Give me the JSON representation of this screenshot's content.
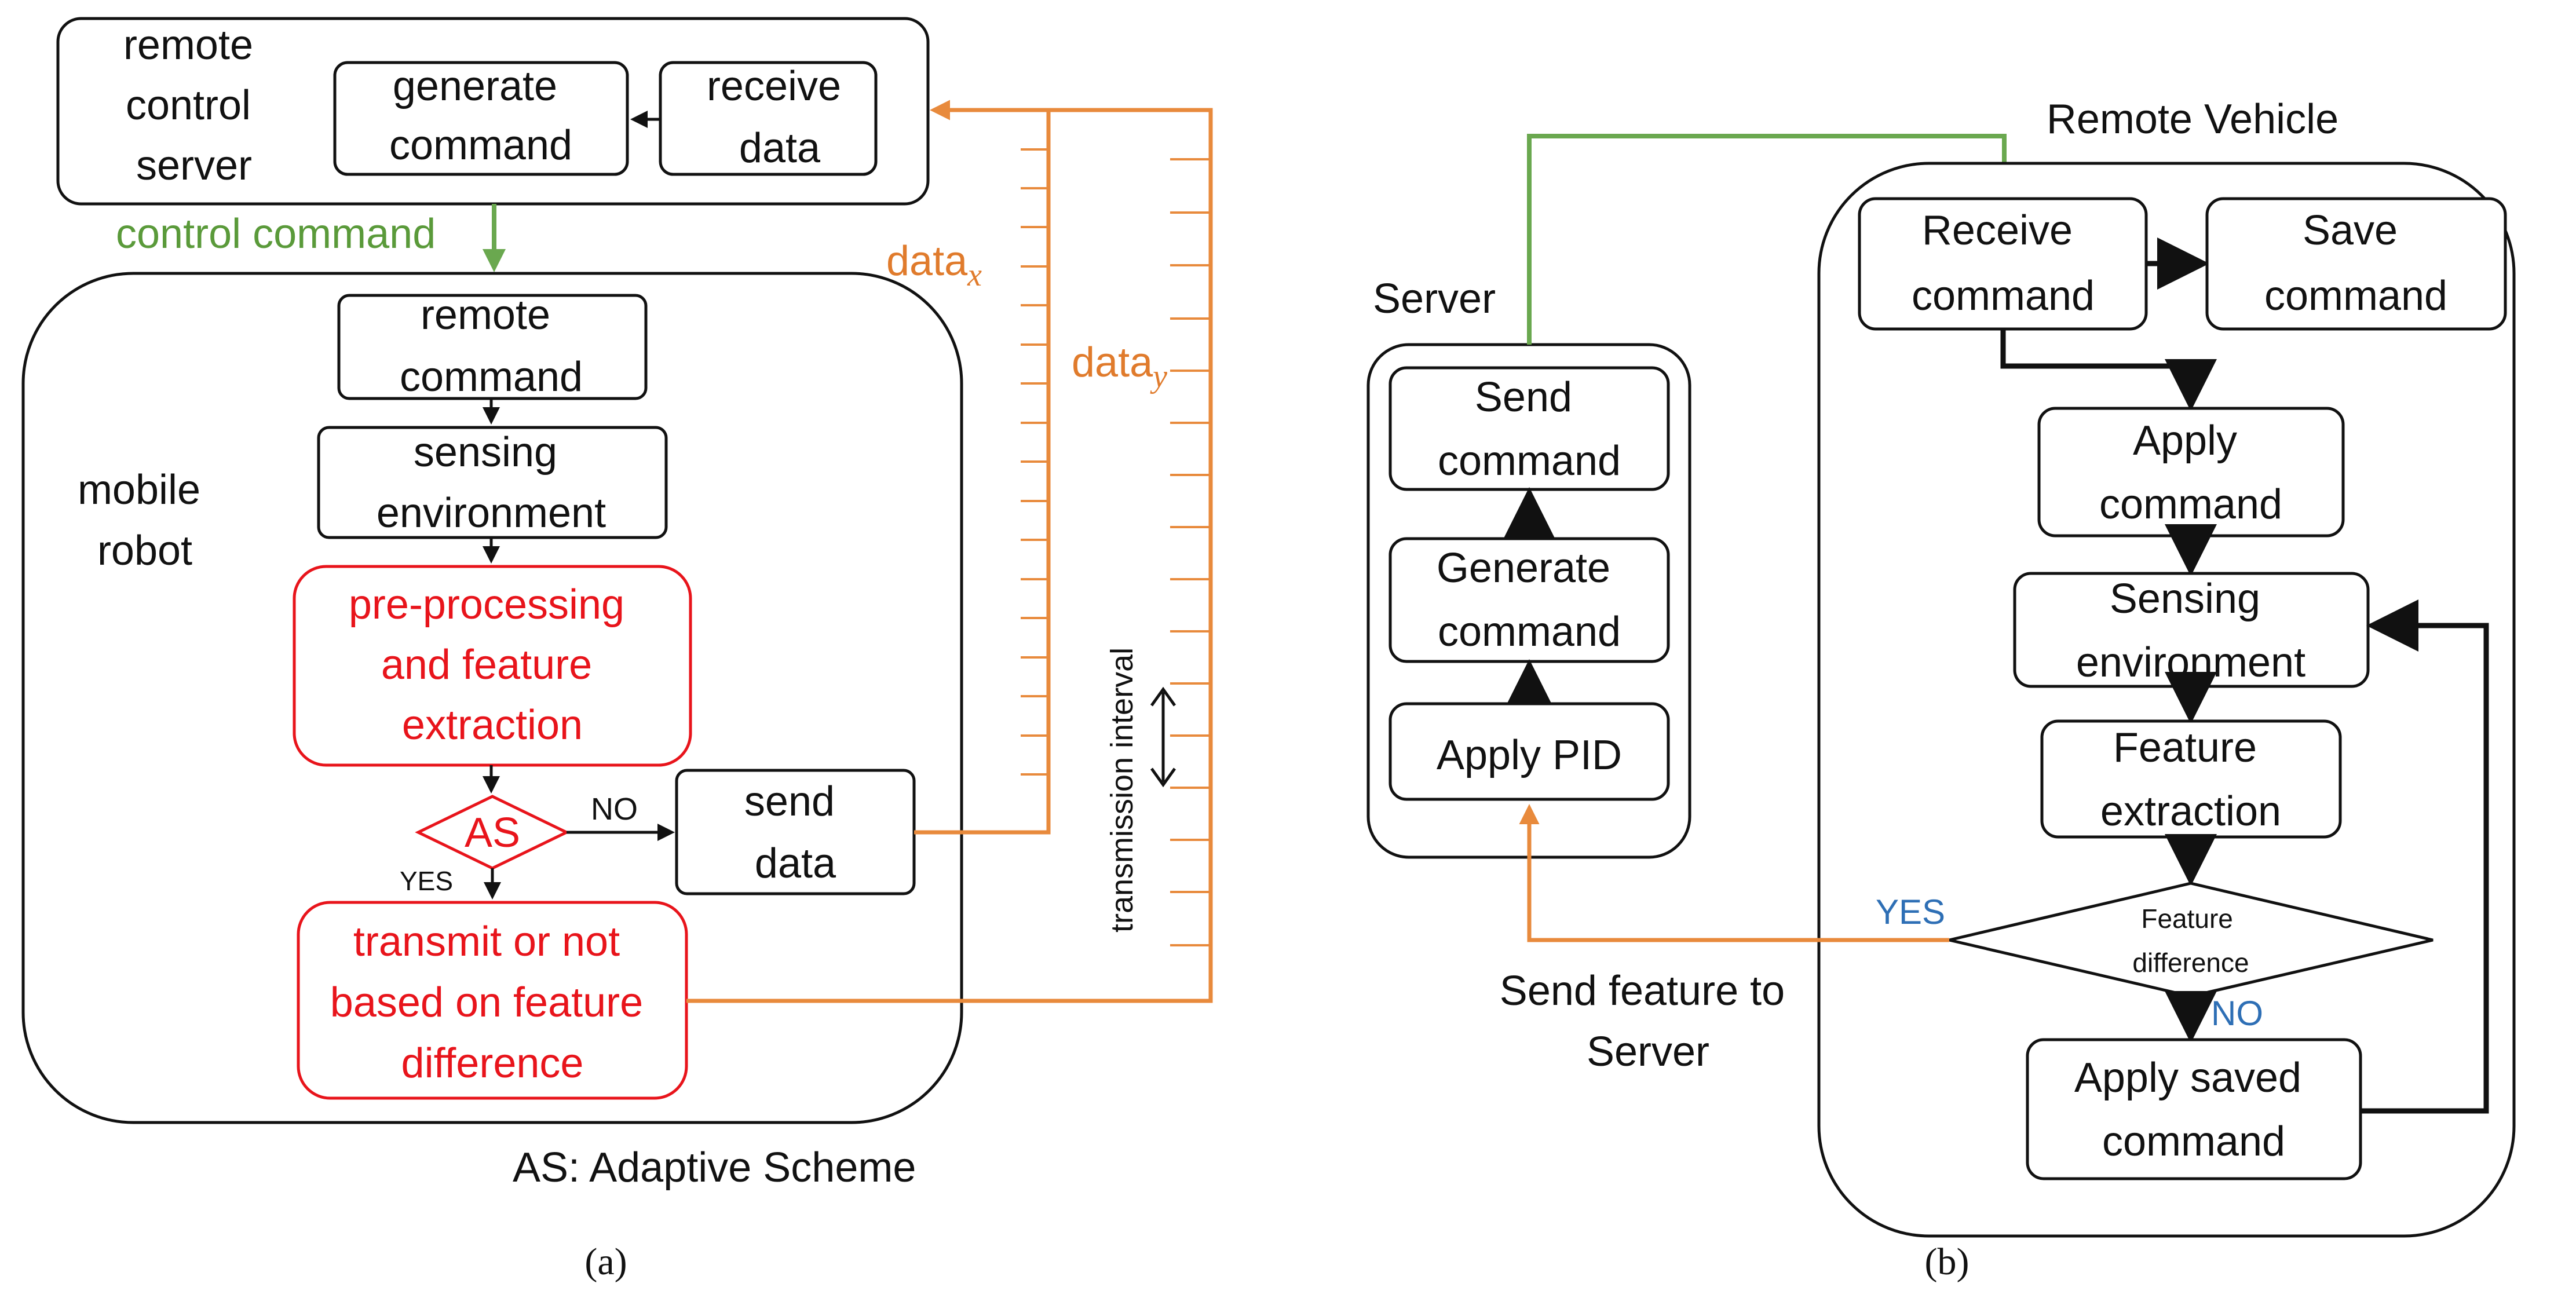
{
  "panel_a": {
    "caption": "(a)",
    "server": {
      "lines": [
        "remote",
        "control",
        "server"
      ]
    },
    "generate_command": {
      "lines": [
        "generate",
        "command"
      ]
    },
    "receive_data": {
      "lines": [
        "receive",
        "data"
      ]
    },
    "control_command": "control command",
    "mobile_robot": {
      "lines": [
        "mobile",
        "robot"
      ]
    },
    "remote_command": {
      "lines": [
        "remote",
        "command"
      ]
    },
    "sensing_environment": {
      "lines": [
        "sensing",
        "environment"
      ]
    },
    "preprocessing": {
      "lines": [
        "pre-processing",
        "and feature",
        "extraction"
      ]
    },
    "as_decision": "AS",
    "no_label": "NO",
    "yes_label": "YES",
    "send_data": {
      "lines": [
        "send",
        "data"
      ]
    },
    "transmit": {
      "lines": [
        "transmit or not",
        "based on feature",
        "difference"
      ]
    },
    "data_x": {
      "base": "data",
      "sub": "x"
    },
    "data_y": {
      "base": "data",
      "sub": "y"
    },
    "transmission_interval": "transmission interval",
    "legend": "AS:  Adaptive Scheme"
  },
  "panel_b": {
    "caption": "(b)",
    "server_title": "Server",
    "vehicle_title": "Remote Vehicle",
    "send_command": {
      "lines": [
        "Send",
        "command"
      ]
    },
    "generate_command": {
      "lines": [
        "Generate",
        "command"
      ]
    },
    "apply_pid": "Apply PID",
    "receive_command": {
      "lines": [
        "Receive",
        "command"
      ]
    },
    "save_command": {
      "lines": [
        "Save",
        "command"
      ]
    },
    "apply_command": {
      "lines": [
        "Apply",
        "command"
      ]
    },
    "sensing_environment": {
      "lines": [
        "Sensing",
        "environment"
      ]
    },
    "feature_extraction": {
      "lines": [
        "Feature",
        "extraction"
      ]
    },
    "feature_difference": {
      "lines": [
        "Feature",
        "difference"
      ]
    },
    "yes_label": "YES",
    "no_label": "NO",
    "apply_saved_command": {
      "lines": [
        "Apply saved",
        "command"
      ]
    },
    "send_feature": {
      "lines": [
        "Send feature to",
        "Server"
      ]
    }
  },
  "colors": {
    "red": "#e8141b",
    "green": "#6aa84f",
    "orange": "#e88a3c",
    "blue": "#2e6fb5"
  }
}
